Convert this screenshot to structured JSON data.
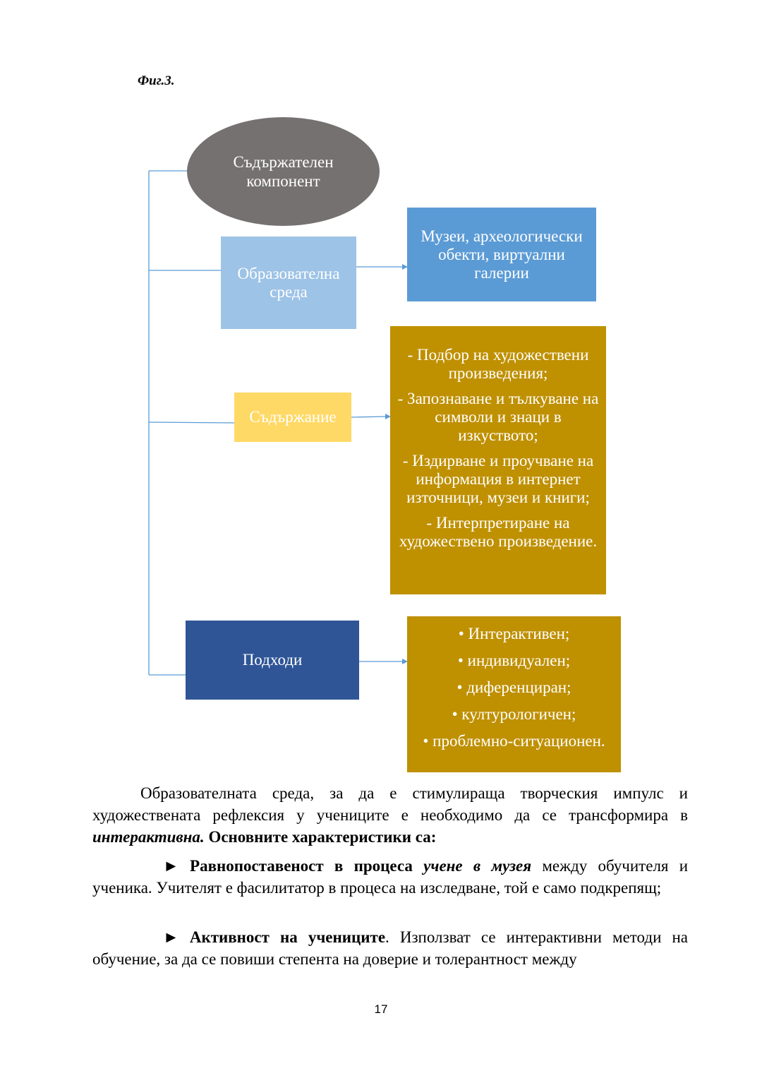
{
  "figure": {
    "caption": "Фиг.3.",
    "root": {
      "label": "Съдържателен компонент",
      "color": "#757171"
    },
    "branches": [
      {
        "label": "Образователна среда",
        "color": "#9dc3e6",
        "target": {
          "paragraphs": [
            "Музеи, археологически обекти, виртуални галерии"
          ],
          "color": "#5b9bd5"
        }
      },
      {
        "label": "Съдържание",
        "color": "#ffd966",
        "target": {
          "paragraphs": [
            "- Подбор на художествени произведения;",
            "- Запознаване и тълкуване на символи и знаци в изкуството;",
            "- Издирване и проучване на информация в интернет източници, музеи и книги;",
            "- Интерпретиране на художествено произведение."
          ],
          "color": "#bf9000"
        }
      },
      {
        "label": "Подходи",
        "color": "#2f5597",
        "target": {
          "bullets": [
            "Интерактивен;",
            "индивидуален;",
            "диференциран;",
            "културологичен;",
            "проблемно-ситуационен."
          ],
          "bullet_char": "•",
          "color": "#bf9000"
        }
      }
    ],
    "connector_color": "#5b9bd5"
  },
  "body": {
    "p1": {
      "text": "Образователната среда, за да е стимулираща творческия импулс и художествената рефлексия у учениците е необходимо да се трансформира в",
      "emph": "интерактивна.",
      "bold": "Основните характеристики са:"
    },
    "p2": {
      "marker": "►",
      "bold": "Равнопоставеност в процеса",
      "emph": "учене в музея",
      "text": "между обучителя и ученика. Учителят е фасилитатор в процеса на изследване, той е само подкрепящ;"
    },
    "p3": {
      "marker": "►",
      "bold": "Активност на учениците",
      "text": ". Използват се интерактивни методи на обучение, за да се повиши степента на доверие и толерантност между"
    }
  },
  "page_number": "17"
}
